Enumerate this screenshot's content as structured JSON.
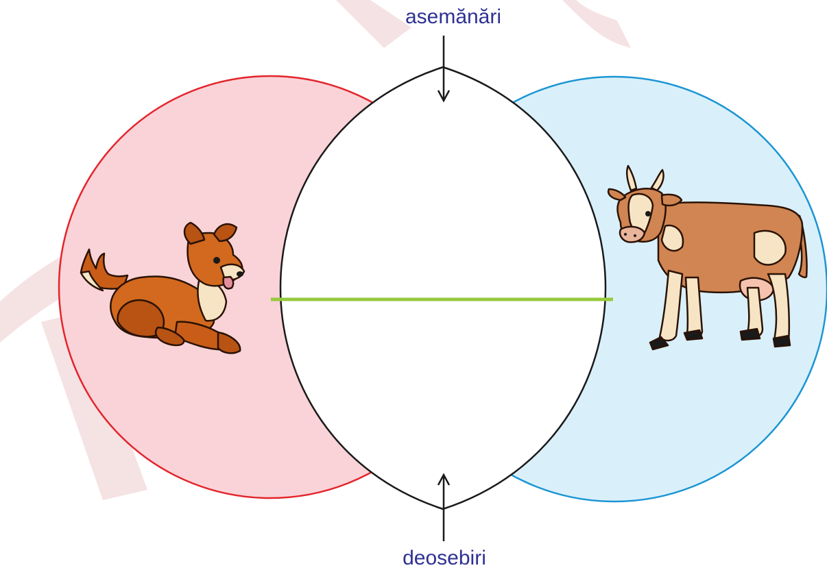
{
  "labels": {
    "top": "asemănări",
    "bottom": "deosebiri"
  },
  "left_set": {
    "subject": "dog",
    "icon": "dog-icon"
  },
  "right_set": {
    "subject": "cow",
    "icon": "cow-icon"
  },
  "colors": {
    "left_stroke": "#e3242b",
    "left_fill": "#f9d3d8",
    "right_stroke": "#1b95d3",
    "right_fill": "#d9f0fb",
    "overlap_fill": "#ffffff",
    "overlap_stroke": "#1a1a1a",
    "divider": "#97c93d",
    "label_text": "#2e3192",
    "arrow": "#1a1a1a",
    "watermark": "#f4dfe1"
  }
}
